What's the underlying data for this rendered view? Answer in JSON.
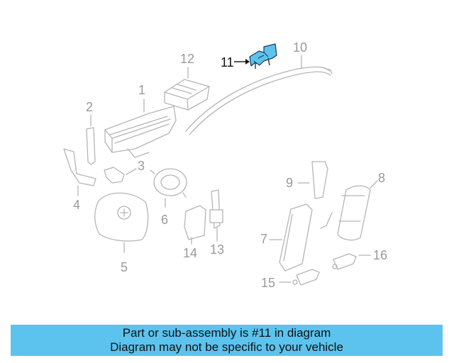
{
  "diagram": {
    "callouts": [
      {
        "id": "1",
        "label": "1"
      },
      {
        "id": "2",
        "label": "2"
      },
      {
        "id": "3",
        "label": "3"
      },
      {
        "id": "4",
        "label": "4"
      },
      {
        "id": "5",
        "label": "5"
      },
      {
        "id": "6",
        "label": "6"
      },
      {
        "id": "7",
        "label": "7"
      },
      {
        "id": "8",
        "label": "8"
      },
      {
        "id": "9",
        "label": "9"
      },
      {
        "id": "10",
        "label": "10"
      },
      {
        "id": "11",
        "label": "11"
      },
      {
        "id": "12",
        "label": "12"
      },
      {
        "id": "13",
        "label": "13"
      },
      {
        "id": "14",
        "label": "14"
      },
      {
        "id": "15",
        "label": "15"
      },
      {
        "id": "16",
        "label": "16"
      }
    ],
    "highlighted_part": "11",
    "colors": {
      "highlight": "#5bc3ee",
      "line": "#b5b5b5",
      "banner": "#5bc3ee"
    }
  },
  "banner": {
    "line1": "Part or sub-assembly is #11 in diagram",
    "line2": "Diagram may not be specific to your vehicle"
  }
}
